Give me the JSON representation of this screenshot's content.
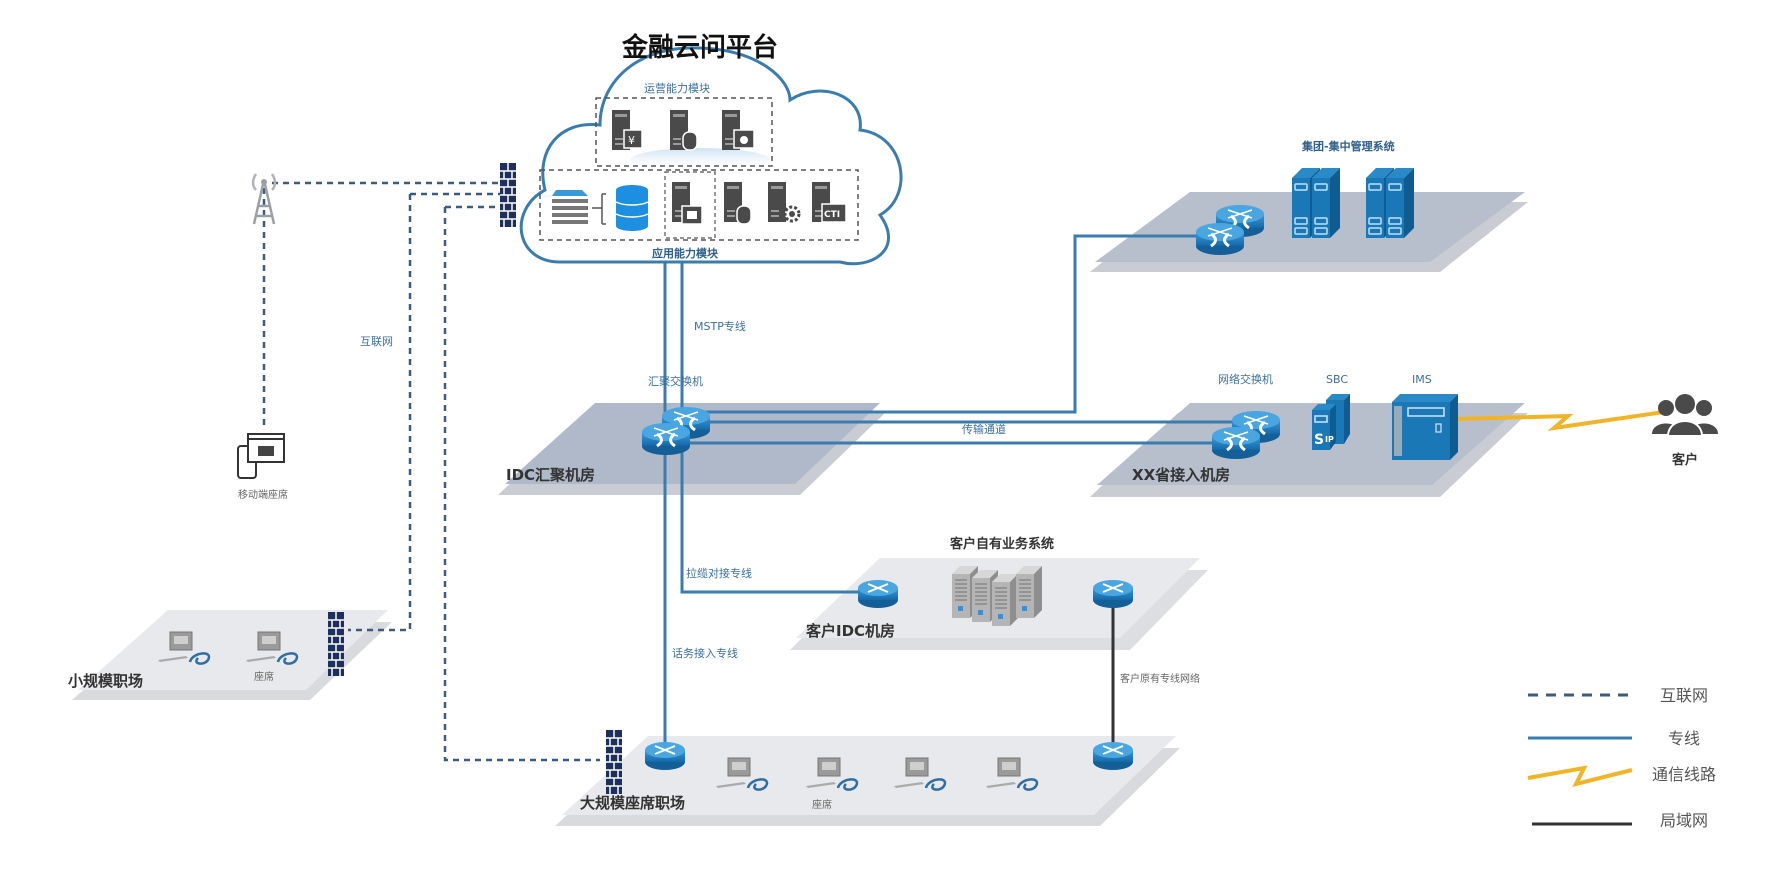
{
  "title": "金融云问平台",
  "cloud": {
    "ops_module_label": "运营能力模块",
    "app_module_label": "应用能力模块",
    "ops_servers": [
      "server-yuan-icon",
      "server-database-icon",
      "server-camera-icon"
    ],
    "app_servers": [
      "storage-stack-icon",
      "database-icon",
      "server-robot-icon",
      "server-database-icon",
      "server-gear-icon",
      "server-cti-icon"
    ],
    "cti_label": "CTI"
  },
  "links": {
    "mstp_label": "MSTP专线",
    "transport_label": "传输通道",
    "pull_line_label": "拉缆对接专线",
    "seat_access_label": "话务接入专线",
    "customer_private_label": "客户原有专线网络",
    "internet_label": "互联网"
  },
  "zones": {
    "group_mgmt": {
      "label": "集团-集中管理系统"
    },
    "idc_agg": {
      "label": "IDC汇聚机房",
      "switch_label": "汇聚交换机"
    },
    "province": {
      "label": "XX省接入机房",
      "switch_label": "网络交换机",
      "sbc_label": "SBC",
      "ims_label": "IMS"
    },
    "customer_idc": {
      "label": "客户IDC机房",
      "system_label": "客户自有业务系统"
    },
    "small_site": {
      "label": "小规模职场",
      "seat_label": "座席"
    },
    "large_site": {
      "label": "大规模座席职场",
      "seat_label": "座席"
    }
  },
  "mobile": {
    "label": "移动端座席"
  },
  "customer": {
    "label": "客户"
  },
  "legend": [
    {
      "type": "dashed",
      "label": "互联网",
      "color": "#3d5a80"
    },
    {
      "type": "solid",
      "label": "专线",
      "color": "#3a7cb0"
    },
    {
      "type": "zigzag",
      "label": "通信线路",
      "color": "#f0b429"
    },
    {
      "type": "solid",
      "label": "局域网",
      "color": "#333333"
    }
  ],
  "colors": {
    "line_blue": "#3a7cb0",
    "dashed_navy": "#3d5a80",
    "device_blue": "#1f7bbf",
    "platform_gray": "#b7bfcc",
    "platform_light": "#e6e8ec",
    "comm_orange": "#f0b429",
    "lan_black": "#333333"
  }
}
